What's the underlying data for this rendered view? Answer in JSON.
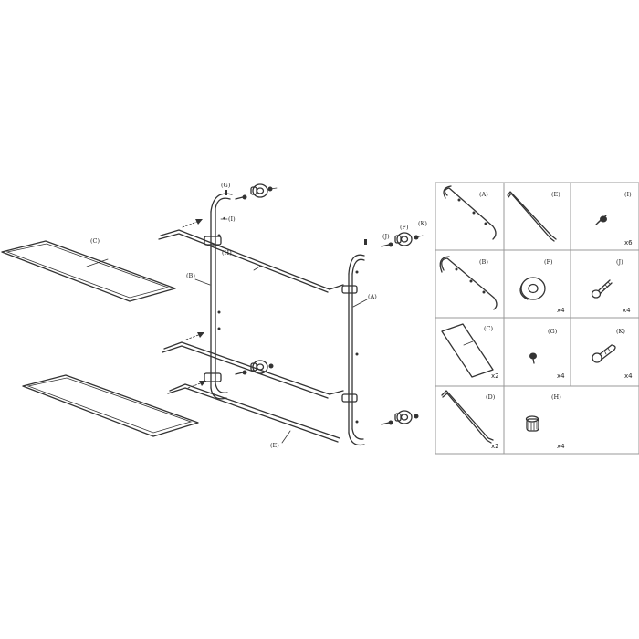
{
  "diagram_labels": {
    "C": "(C)",
    "G": "(G)",
    "I": "(I)",
    "H": "(H)",
    "B": "(B)",
    "J": "(J)",
    "F": "(F)",
    "K": "(K)",
    "A": "(A)",
    "E": "(E)"
  },
  "parts": [
    {
      "id": "A",
      "label": "(A)",
      "qty": ""
    },
    {
      "id": "E",
      "label": "(E)",
      "qty": ""
    },
    {
      "id": "I",
      "label": "(I)",
      "qty": "x6"
    },
    {
      "id": "B",
      "label": "(B)",
      "qty": ""
    },
    {
      "id": "F",
      "label": "(F)",
      "qty": "x4"
    },
    {
      "id": "J",
      "label": "(J)",
      "qty": "x4"
    },
    {
      "id": "C",
      "label": "(C)",
      "qty": "x2"
    },
    {
      "id": "G",
      "label": "(G)",
      "qty": "x4"
    },
    {
      "id": "K",
      "label": "(K)",
      "qty": "x4"
    },
    {
      "id": "D",
      "label": "(D)",
      "qty": "x2"
    },
    {
      "id": "H",
      "label": "(H)",
      "qty": "x4"
    }
  ]
}
